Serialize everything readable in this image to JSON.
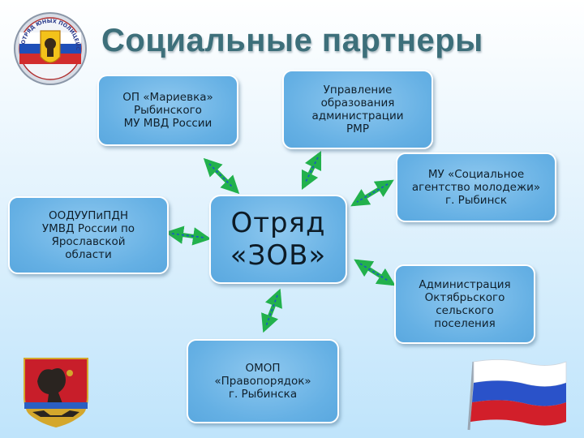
{
  "header": {
    "title": "Социальные партнеры",
    "emblem_top_text": "ОТРЯД ЮНЫХ ПОЛИЦЕЙСКИХ"
  },
  "diagram": {
    "center": "Отряд\n«ЗОВ»",
    "nodes": {
      "op_marievka": "ОП «Мариевка»\nРыбинского\nМУ МВД России",
      "upravlenie": "Управление\nобразования\nадминистрации\nРМР",
      "mu_agency": "МУ «Социальное\nагентство молодежи»\nг. Рыбинск",
      "ooduupi": "ООДУУПиПДН\nУМВД России по\nЯрославской\nобласти",
      "administration": "Администрация\nОктябрьского\nсельского\nпоселения",
      "omop": "ОМОП\n«Правопорядок»\nг. Рыбинска"
    }
  },
  "colors": {
    "box_fill": "#65b0e4",
    "arrow_green": "#22b14c",
    "arrow_dash": "#1a55c8",
    "title": "#3d6f7a"
  },
  "icons": {
    "top_left": "police-emblem-icon",
    "bottom_left": "coat-of-arms-icon",
    "bottom_right": "russian-flag-icon"
  }
}
